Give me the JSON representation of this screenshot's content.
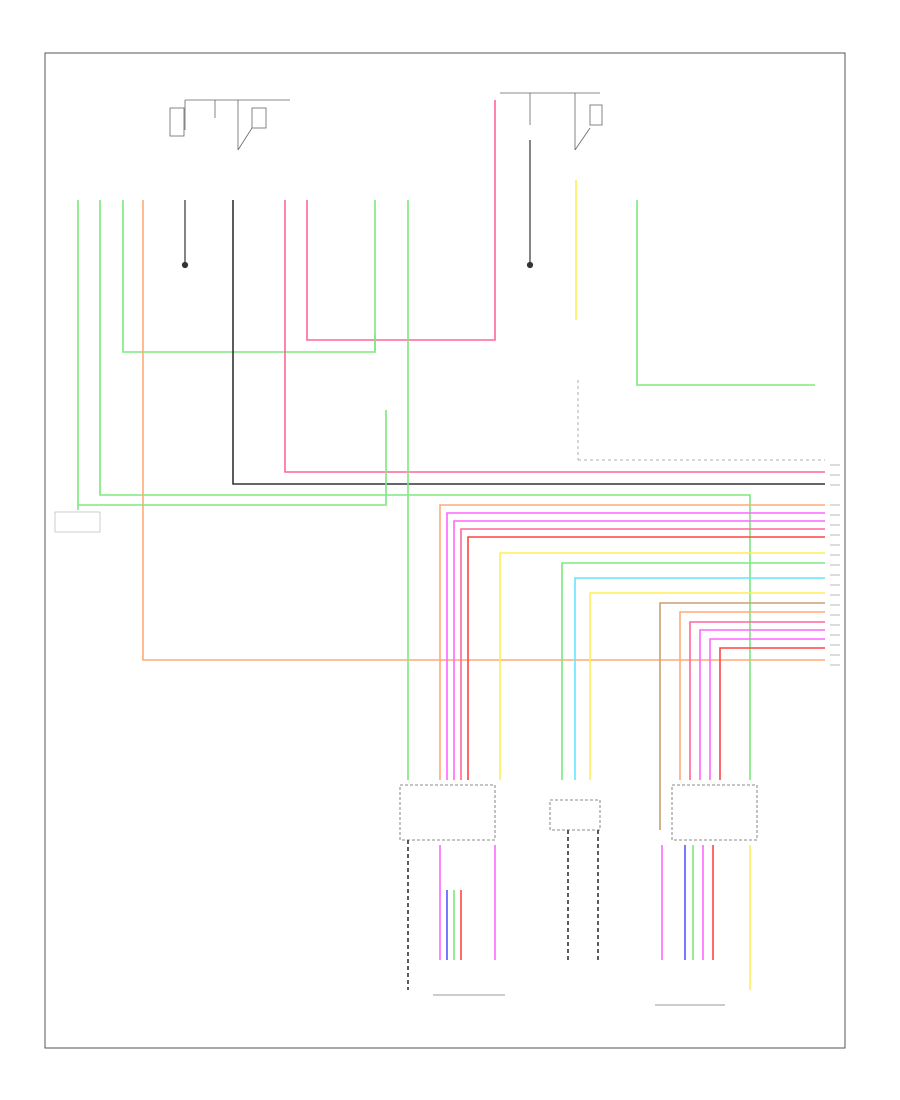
{
  "diagram": {
    "page_marker": "",
    "top_labels": [
      {
        "id": "tl1",
        "text": ""
      },
      {
        "id": "tl2",
        "text": ""
      },
      {
        "id": "tl3",
        "text": ""
      },
      {
        "id": "tl4",
        "text": ""
      }
    ],
    "component_labels": [
      {
        "id": "cl-left-ground",
        "text": ""
      },
      {
        "id": "cl-right-ground",
        "text": ""
      },
      {
        "id": "cl-bottom-left",
        "text": ""
      },
      {
        "id": "cl-bottom-center",
        "text": ""
      },
      {
        "id": "cl-bottom-right",
        "text": ""
      }
    ],
    "wire_colors": {
      "green": "#7de87d",
      "pink": "#ff6699",
      "magenta": "#ff66ff",
      "orange": "#ffaa77",
      "yellow": "#ffee55",
      "cyan": "#66e6ff",
      "tan": "#c8a070",
      "blue": "#5555ff",
      "red": "#ff4444",
      "black": "#333333",
      "gray": "#888888"
    }
  }
}
